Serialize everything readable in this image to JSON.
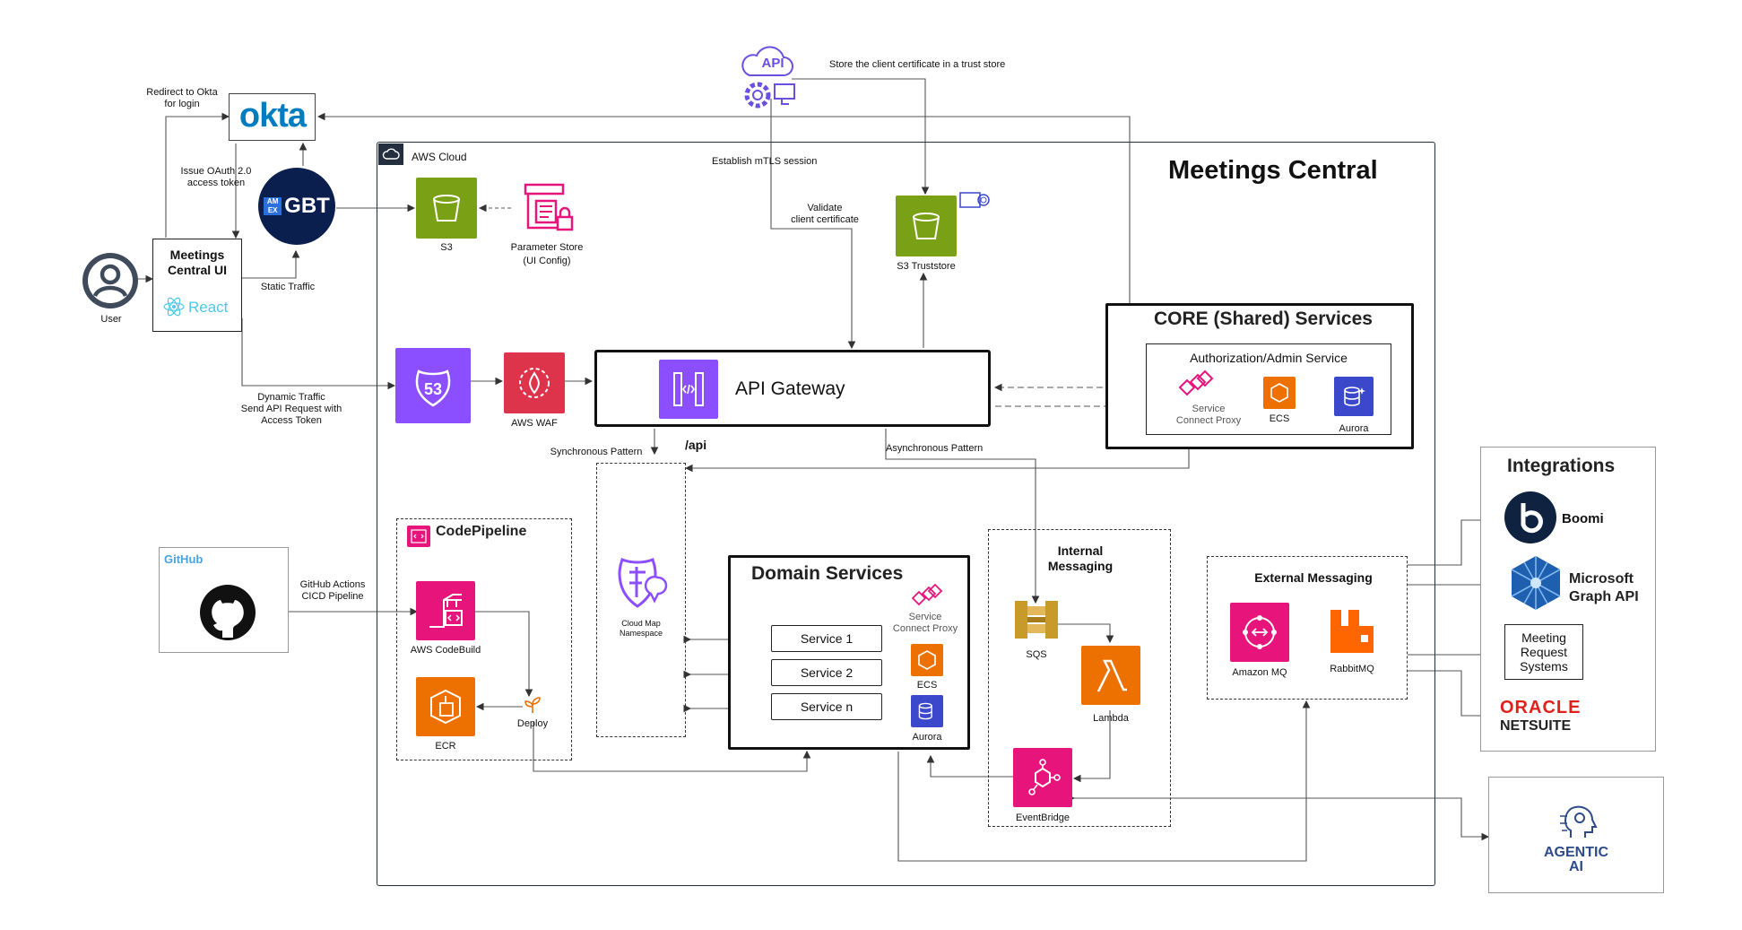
{
  "title": "Meetings Central",
  "aws_cloud_label": "AWS Cloud",
  "user_label": "User",
  "okta": {
    "logo": "okta"
  },
  "ui_box": {
    "title_line1": "Meetings",
    "title_line2": "Central UI",
    "react": "React"
  },
  "gbt": {
    "logo": "GBT",
    "badge": "AM EX"
  },
  "annotations": {
    "redirect": [
      "Redirect to Okta",
      "for login"
    ],
    "issue_token": [
      "Issue OAuth 2.0",
      "access token"
    ],
    "static_traffic": "Static Traffic",
    "dynamic_traffic": [
      "Dynamic Traffic",
      "Send API Request with",
      "Access Token"
    ],
    "store_cert": "Store the client certificate in a trust store",
    "establish_mtls": "Establish mTLS session",
    "validate_cert": [
      "Validate",
      "client certificate"
    ],
    "sync_pattern": "Synchronous Pattern",
    "async_pattern": "Asynchronous Pattern",
    "api_path": "/api",
    "github_actions": [
      "GitHub Actions",
      "CICD Pipeline"
    ]
  },
  "api_icon_text": "API",
  "s3": {
    "label": "S3"
  },
  "param_store": {
    "label": [
      "Parameter Store",
      "(UI Config)"
    ]
  },
  "s3_truststore": {
    "label": "S3 Truststore"
  },
  "route53": {
    "text": "53"
  },
  "waf": {
    "label": "AWS WAF"
  },
  "api_gateway": {
    "label": "API Gateway"
  },
  "core": {
    "title": "CORE (Shared) Services",
    "auth_title": "Authorization/Admin Service",
    "proxy": [
      "Service",
      "Connect Proxy"
    ],
    "ecs": "ECS",
    "aurora": "Aurora"
  },
  "cloud_map": {
    "label": [
      "Cloud Map",
      "Namespace"
    ]
  },
  "codepipeline": {
    "title": "CodePipeline",
    "codebuild": "AWS CodeBuild",
    "ecr": "ECR",
    "deploy": "Deploy"
  },
  "github": {
    "title": "GitHub"
  },
  "domain": {
    "title": "Domain Services",
    "services": [
      "Service 1",
      "Service 2",
      "Service n"
    ],
    "proxy": [
      "Service",
      "Connect Proxy"
    ],
    "ecs": "ECS",
    "aurora": "Aurora"
  },
  "internal_messaging": {
    "title": [
      "Internal",
      "Messaging"
    ],
    "sqs": "SQS",
    "lambda": "Lambda",
    "eventbridge": "EventBridge"
  },
  "external_messaging": {
    "title": "External Messaging",
    "amazon_mq": "Amazon MQ",
    "rabbitmq": "RabbitMQ"
  },
  "integrations": {
    "title": "Integrations",
    "boomi": "Boomi",
    "msgraph": [
      "Microsoft",
      "Graph API"
    ],
    "meeting_request": [
      "Meeting",
      "Request",
      "Systems"
    ],
    "oracle": "ORACLE",
    "netsuite": "NETSUITE"
  },
  "agentic": {
    "label": [
      "AGENTIC",
      "AI"
    ]
  },
  "colors": {
    "s3_green": "#7aa116",
    "aws_purple": "#8c4fff",
    "waf_red": "#dd344c",
    "compute_orange": "#ed7100",
    "app_pink": "#e7157b",
    "db_blue": "#3b48cc",
    "okta_blue": "#007dc1",
    "gbt_navy": "#0b1f4e",
    "react_cyan": "#4dc8e8",
    "oracle_red": "#e0201b",
    "boomi_navy": "#0f2340"
  }
}
